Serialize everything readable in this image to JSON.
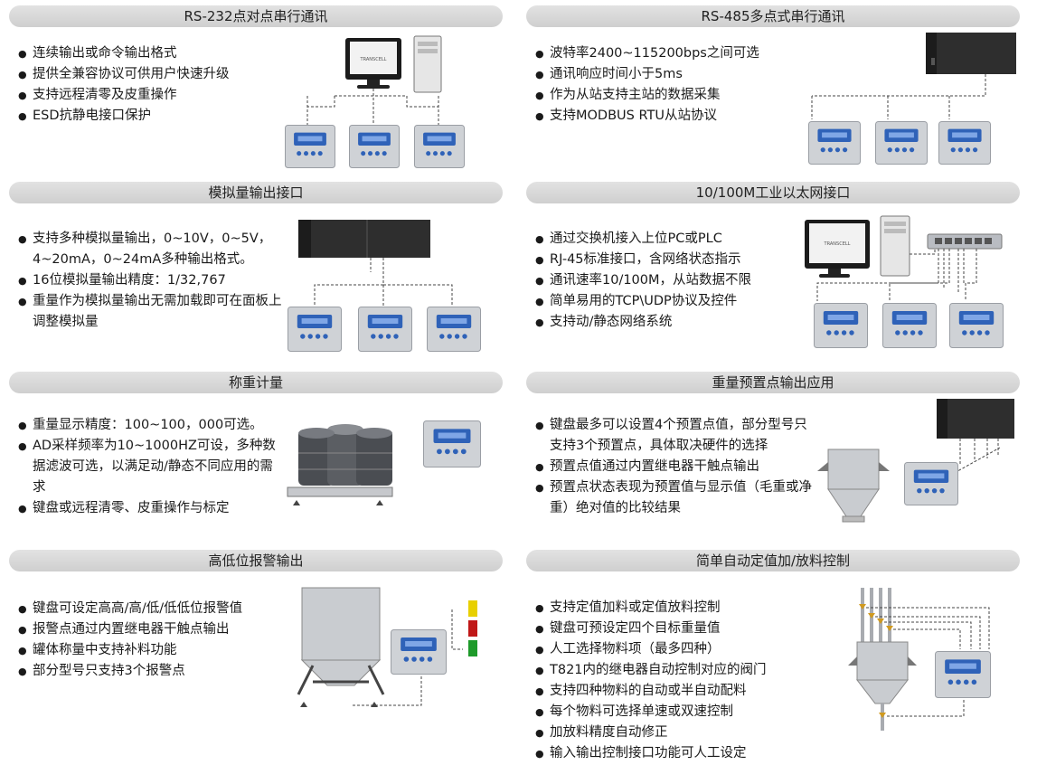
{
  "sections": [
    {
      "title": "RS-232点对点串行通讯",
      "items": [
        "连续输出或命令输出格式",
        "提供全兼容协议可供用户快速升级",
        "支持远程清零及皮重操作",
        "ESD抗静电接口保护"
      ],
      "monitor_brand": "TRANSCELL"
    },
    {
      "title": "RS-485多点式串行通讯",
      "items": [
        "波特率2400~115200bps之间可选",
        "通讯响应时间小于5ms",
        "作为从站支持主站的数据采集",
        "支持MODBUS  RTU从站协议"
      ]
    },
    {
      "title": "模拟量输出接口",
      "items": [
        "支持多种模拟量输出，0~10V，0~5V，4~20mA，0~24mA多种输出格式。",
        "16位模拟量输出精度：1/32,767",
        "重量作为模拟量输出无需加载即可在面板上调整模拟量"
      ]
    },
    {
      "title": "10/100M工业以太网接口",
      "items": [
        "通过交换机接入上位PC或PLC",
        "RJ-45标准接口，含网络状态指示",
        "通讯速率10/100M，从站数据不限",
        "简单易用的TCP\\UDP协议及控件",
        "支持动/静态网络系统"
      ],
      "monitor_brand": "TRANSCELL"
    },
    {
      "title": "称重计量",
      "items": [
        "重量显示精度：100~100，000可选。",
        "AD采样频率为10~1000HZ可设，多种数据滤波可选，以满足动/静态不同应用的需求",
        "键盘或远程清零、皮重操作与标定"
      ]
    },
    {
      "title": "重量预置点输出应用",
      "items": [
        "键盘最多可以设置4个预置点值，部分型号只支持3个预置点，具体取决硬件的选择",
        "预置点值通过内置继电器干触点输出",
        "预置点状态表现为预置值与显示值（毛重或净重）绝对值的比较结果"
      ]
    },
    {
      "title": "高低位报警输出",
      "items": [
        "键盘可设定高高/高/低/低低位报警值",
        "报警点通过内置继电器干触点输出",
        "罐体称量中支持补料功能",
        "部分型号只支持3个报警点"
      ]
    },
    {
      "title": "简单自动定值加/放料控制",
      "items": [
        "支持定值加料或定值放料控制",
        "键盘可预设定四个目标重量值",
        "人工选择物料项（最多四种）",
        "T821内的继电器自动控制对应的阀门",
        "支持四种物料的自动或半自动配料",
        "每个物料可选择单速或双速控制",
        "加放料精度自动修正",
        "输入输出控制接口功能可人工设定"
      ]
    }
  ],
  "colors": {
    "header_bg": "#d6d6d6",
    "panel": "#cfd2d6",
    "screen": "#2f62b8",
    "plc": "#333333",
    "light_yellow": "#e8d000",
    "light_red": "#c01818",
    "light_green": "#1e9a2a"
  }
}
